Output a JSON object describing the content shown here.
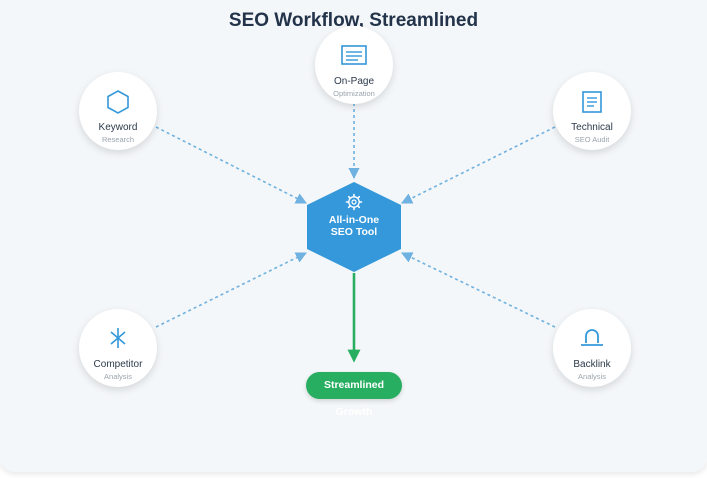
{
  "title": "SEO Workflow, Streamlined",
  "hub": {
    "line1": "All-in-One",
    "line2": "SEO Tool",
    "icon": "gear-icon"
  },
  "outcome": {
    "label": "Streamlined Growth"
  },
  "nodes": [
    {
      "id": "keyword",
      "label": "Keyword",
      "sublabel": "Research",
      "icon": "hexagon-icon"
    },
    {
      "id": "onpage",
      "label": "On-Page",
      "sublabel": "Optimization",
      "icon": "document-icon"
    },
    {
      "id": "technical",
      "label": "Technical",
      "sublabel": "SEO Audit",
      "icon": "file-icon"
    },
    {
      "id": "competitor",
      "label": "Competitor",
      "sublabel": "Analysis",
      "icon": "cross-icon"
    },
    {
      "id": "backlink",
      "label": "Backlink",
      "sublabel": "Analysis",
      "icon": "link-icon"
    }
  ],
  "colors": {
    "accent": "#3498db",
    "connector": "#6fb1e0",
    "success": "#27ae60",
    "title": "#22334a",
    "background": "#f4f7f9"
  }
}
